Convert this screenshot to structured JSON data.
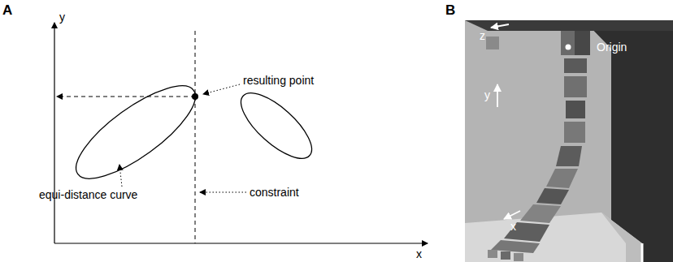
{
  "diagram": {
    "labels": [
      "A",
      "y",
      "x",
      "resulting point",
      "equi-distance curve",
      "constraint",
      "B",
      "z",
      "Origin",
      "y",
      "x"
    ]
  }
}
